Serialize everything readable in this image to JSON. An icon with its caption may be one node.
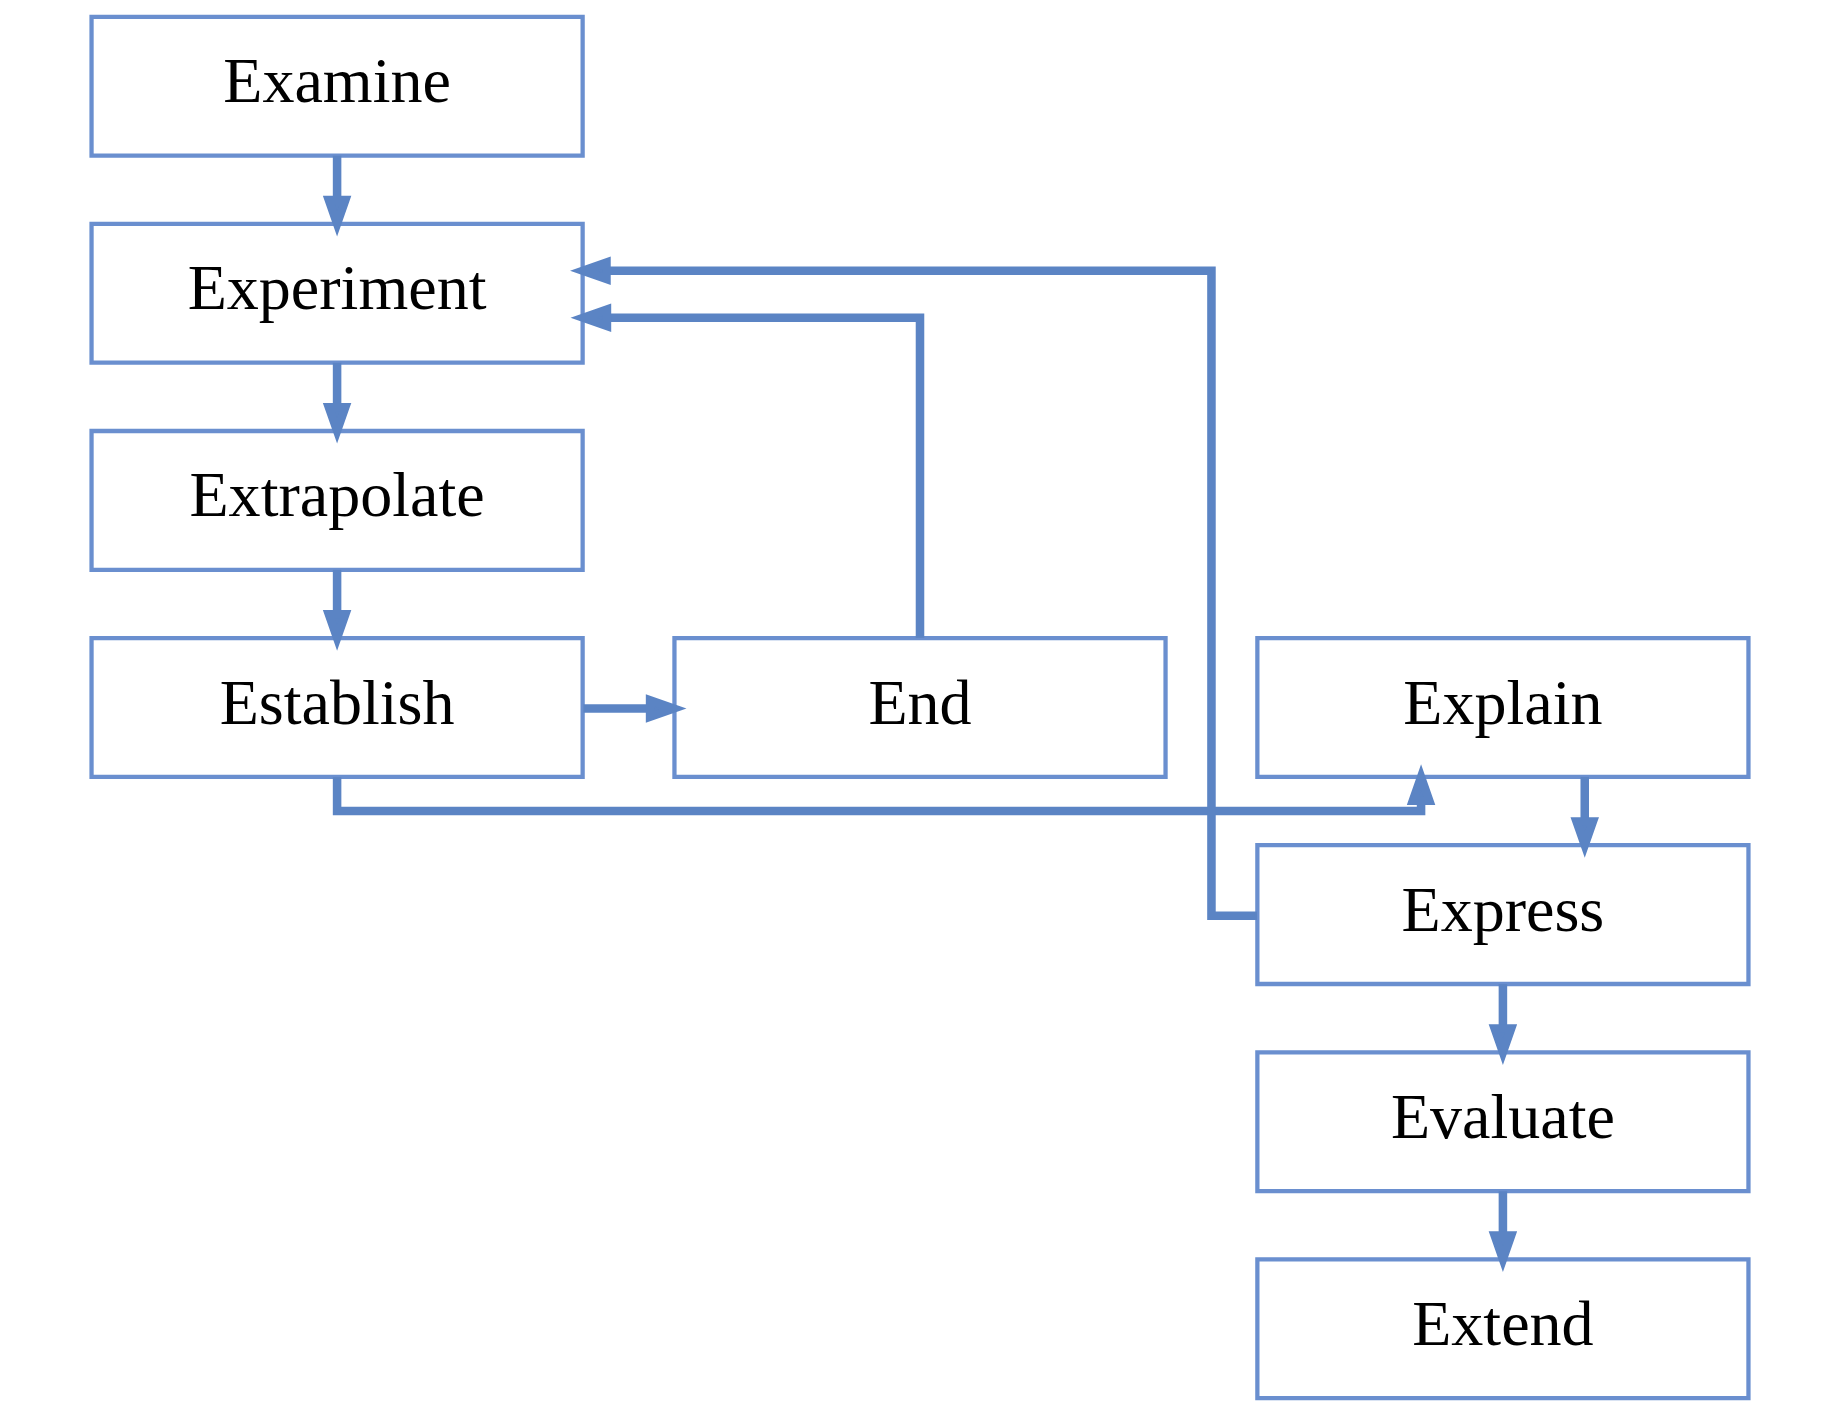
{
  "diagram": {
    "nodes": [
      {
        "text": [
          "Examine"
        ]
      },
      {
        "text": [
          "Experiment"
        ]
      },
      {
        "text": [
          "Extrapolate"
        ]
      },
      {
        "text": [
          "Explain"
        ]
      },
      {
        "text": [
          "Establish"
        ]
      },
      {
        "text": [
          "End"
        ]
      },
      {
        "text": [
          "Express"
        ]
      },
      {
        "text": [
          "Evaluate"
        ]
      },
      {
        "text": [
          "Extend"
        ]
      }
    ],
    "edges": [
      {
        "from": 0,
        "to": 1,
        "arrow": "to"
      },
      {
        "from": 1,
        "to": 2,
        "arrow": "to"
      },
      {
        "from": 2,
        "to": 4,
        "arrow": "to"
      },
      {
        "from": 4,
        "to": 3,
        "arrow": "to"
      },
      {
        "from": 4,
        "to": 5,
        "arrow": "to"
      },
      {
        "from": 5,
        "to": 1,
        "arrow": "to"
      },
      {
        "from": 3,
        "to": 6,
        "arrow": "to"
      },
      {
        "from": 6,
        "to": 1,
        "arrow": "to"
      },
      {
        "from": 6,
        "to": 7,
        "arrow": "to"
      },
      {
        "from": 7,
        "to": 8,
        "arrow": "to"
      }
    ]
  }
}
